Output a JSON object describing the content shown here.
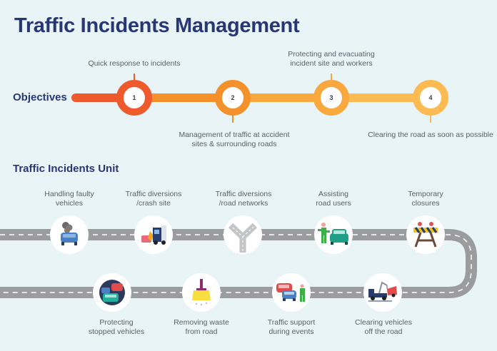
{
  "title": "Traffic Incidents Management",
  "objectives": {
    "label": "Objectives",
    "colors": [
      "#ee5a2c",
      "#f4912b",
      "#f8a83d",
      "#fbbb52"
    ],
    "steps": [
      {
        "number": "1",
        "text": "Quick response to incidents",
        "position": "above"
      },
      {
        "number": "2",
        "text": "Management of traffic at accident\nsites & surrounding roads",
        "position": "below"
      },
      {
        "number": "3",
        "text": "Protecting and evacuating\nincident site and workers",
        "position": "above"
      },
      {
        "number": "4",
        "text": "Clearing the road as soon as possible",
        "position": "below"
      }
    ]
  },
  "unit": {
    "label": "Traffic Incidents Unit",
    "road_color": "#9b9c9e",
    "top_row": [
      {
        "icon": "smoking-car-icon",
        "line1": "Handling faulty",
        "line2": "vehicles"
      },
      {
        "icon": "truck-crash-icon",
        "line1": "Traffic diversions",
        "line2": "/crash site"
      },
      {
        "icon": "road-junction-icon",
        "line1": "Traffic diversions",
        "line2": "/road networks"
      },
      {
        "icon": "person-assisting-car-icon",
        "line1": "Assisting",
        "line2": "road users"
      },
      {
        "icon": "road-barrier-icon",
        "line1": "Temporary",
        "line2": "closures"
      }
    ],
    "bottom_row": [
      {
        "icon": "stopped-vehicles-icon",
        "line1": "Protecting",
        "line2": "stopped vehicles"
      },
      {
        "icon": "broom-icon",
        "line1": "Removing waste",
        "line2": "from road"
      },
      {
        "icon": "cars-with-officer-icon",
        "line1": "Traffic support",
        "line2": "during events"
      },
      {
        "icon": "tow-truck-icon",
        "line1": "Clearing vehicles",
        "line2": "off the road"
      }
    ]
  }
}
